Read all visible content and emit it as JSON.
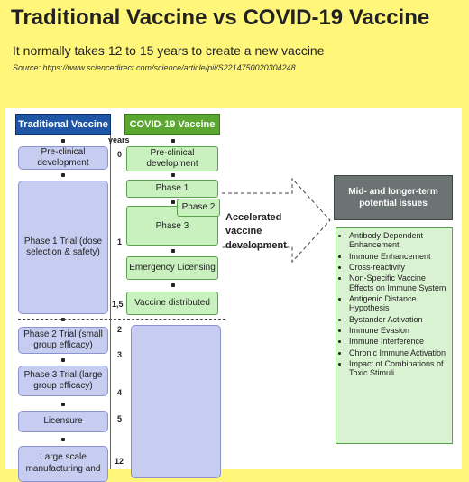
{
  "title": "Traditional Vaccine vs COVID-19 Vaccine",
  "subtitle": "It normally takes 12 to 15 years to create a new vaccine",
  "source": "Source: https://www.sciencedirect.com/science/article/pii/S2214750020304248",
  "columns": {
    "traditional": "Traditional  Vaccine",
    "covid": "COVID-19 Vaccine"
  },
  "years_label": "years",
  "year_marks": [
    "0",
    "1",
    "1,5",
    "2",
    "3",
    "4",
    "5",
    "12"
  ],
  "traditional_steps": [
    "Pre-clinical development",
    "Phase 1 Trial (dose selection & safety)",
    "Phase 2 Trial (small group efficacy)",
    "Phase 3 Trial (large group efficacy)",
    "Licensure",
    "Large scale manufacturing and"
  ],
  "covid_steps": {
    "preclinical": "Pre-clinical development",
    "phase1": "Phase 1",
    "phase2": "Phase 2",
    "phase3": "Phase 3",
    "emergency": "Emergency Licensing",
    "distributed": "Vaccine distributed"
  },
  "accelerated": "Accelerated vaccine development",
  "issues_header": "Mid- and longer-term potential issues",
  "issues": [
    "Antibody-Dependent Enhancement",
    "Immune Enhancement",
    "Cross-reactivity",
    "Non-Specific Vaccine Effects on Immune System",
    "Antigenic Distance Hypothesis",
    "Bystander Activation",
    "Immune Evasion",
    "Immune Interference",
    "Chronic Immune Activation",
    "Impact of Combinations of Toxic Stimuli"
  ],
  "colors": {
    "background": "#fff67a",
    "traditional_header": "#1f55a5",
    "covid_header": "#5aa631",
    "traditional_box": "#c7cdf0",
    "covid_box": "#c9f0bf",
    "issues_header": "#6b7373"
  }
}
